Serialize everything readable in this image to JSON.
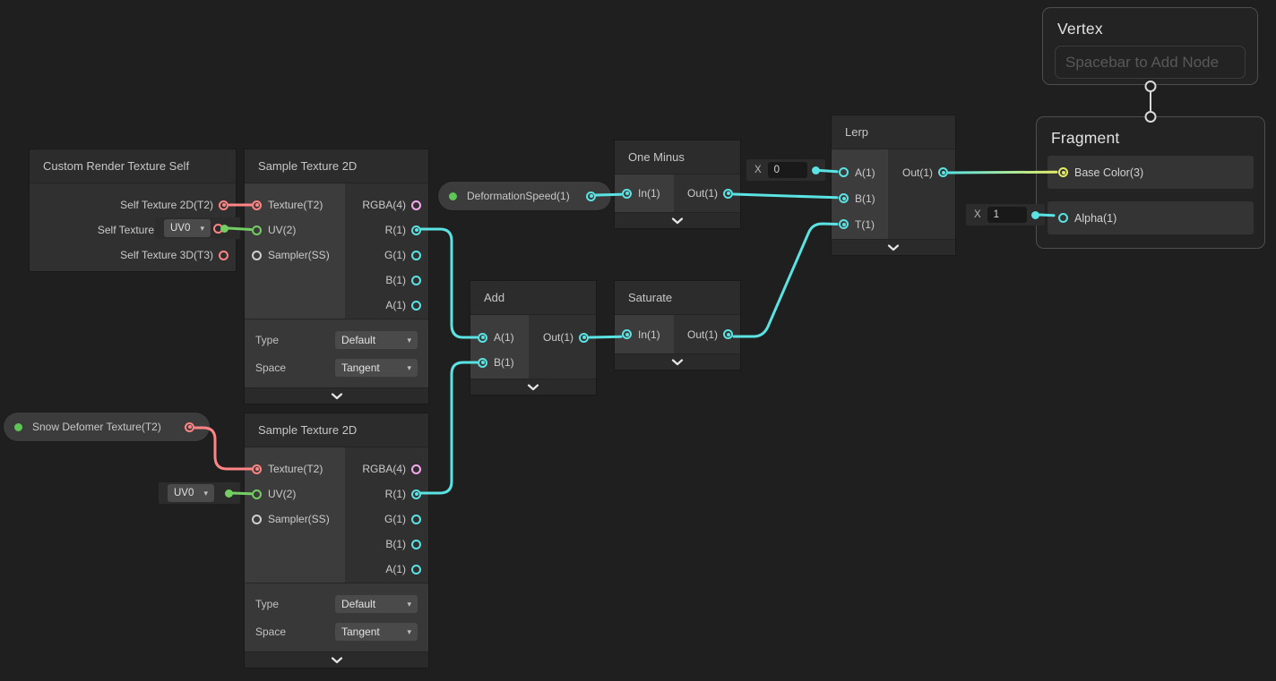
{
  "colors": {
    "float": "#5BE2E2",
    "vector2": "#74CE63",
    "vector3": "#E3ED66",
    "vector4": "#F6A9F0",
    "texture2d": "#FF8484",
    "sampler": "#CFCFCF",
    "property_dot": "#5FC556",
    "link": "#D9D9D9"
  },
  "nodes": {
    "custom": {
      "title": "Custom Render Texture Self",
      "out1": "Self Texture 2D(T2)",
      "out2": "Self Texture",
      "out3": "Self Texture 3D(T3)"
    },
    "sample": {
      "title": "Sample Texture 2D",
      "in1": "Texture(T2)",
      "in2": "UV(2)",
      "in3": "Sampler(SS)",
      "out1": "RGBA(4)",
      "out2": "R(1)",
      "out3": "G(1)",
      "out4": "B(1)",
      "out5": "A(1)",
      "type_label": "Type",
      "type_value": "Default",
      "space_label": "Space",
      "space_value": "Tangent"
    },
    "one_minus": {
      "title": "One Minus",
      "in1": "In(1)",
      "out1": "Out(1)"
    },
    "add": {
      "title": "Add",
      "in1": "A(1)",
      "in2": "B(1)",
      "out1": "Out(1)"
    },
    "saturate": {
      "title": "Saturate",
      "in1": "In(1)",
      "out1": "Out(1)"
    },
    "lerp": {
      "title": "Lerp",
      "in1": "A(1)",
      "in2": "B(1)",
      "in3": "T(1)",
      "out1": "Out(1)"
    },
    "vertex": {
      "title": "Vertex",
      "placeholder": "Spacebar to Add Node"
    },
    "fragment": {
      "title": "Fragment",
      "row1": "Base Color(3)",
      "row2": "Alpha(1)"
    }
  },
  "properties": {
    "snow": "Snow Defomer Texture(T2)",
    "deformation": "DeformationSpeed(1)"
  },
  "widgets": {
    "uv0": "UV0",
    "x_label": "X",
    "x0_value": "0",
    "x1_value": "1"
  }
}
